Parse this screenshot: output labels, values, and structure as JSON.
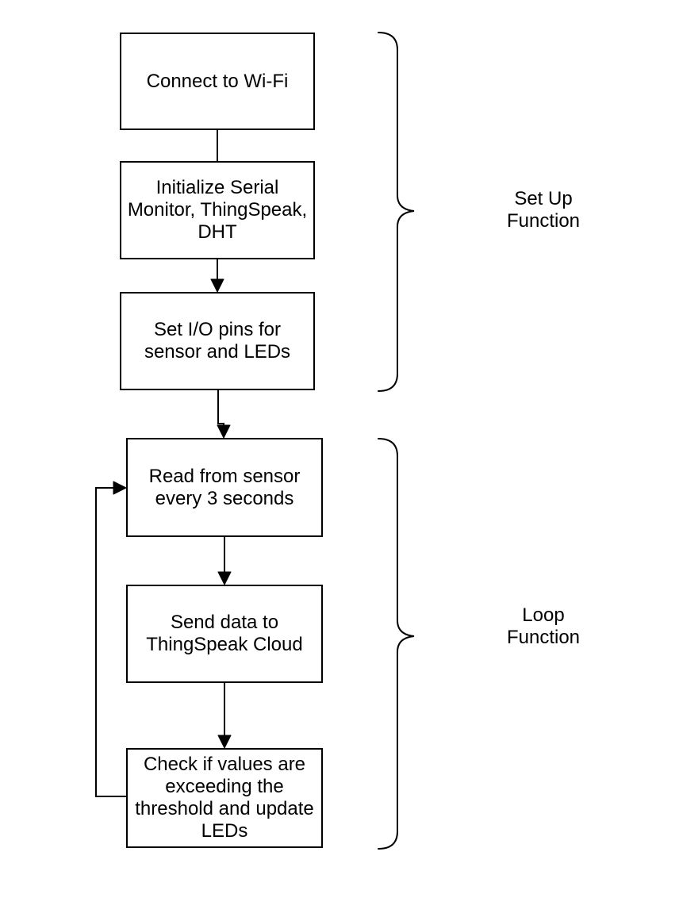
{
  "diagram_type": "flowchart",
  "canvas": {
    "background": "#ffffff",
    "stroke_color": "#000000",
    "text_color": "#000000"
  },
  "nodes": [
    {
      "id": "connect-wifi",
      "label": "Connect to Wi-Fi"
    },
    {
      "id": "initialize-peripherals",
      "label": "Initialize Serial\nMonitor, ThingSpeak,\nDHT"
    },
    {
      "id": "set-io-pins",
      "label": "Set I/O pins for\nsensor and LEDs"
    },
    {
      "id": "read-sensor",
      "label": "Read from sensor\nevery 3 seconds"
    },
    {
      "id": "send-data",
      "label": "Send data to\nThingSpeak Cloud"
    },
    {
      "id": "check-thresholds",
      "label": "Check if values are\nexceeding the\nthreshold and update\nLEDs"
    }
  ],
  "groups": [
    {
      "id": "setup-function",
      "label": "Set Up\nFunction",
      "spans_nodes": [
        "connect-wifi",
        "initialize-peripherals",
        "set-io-pins"
      ]
    },
    {
      "id": "loop-function",
      "label": "Loop\nFunction",
      "spans_nodes": [
        "read-sensor",
        "send-data",
        "check-thresholds"
      ]
    }
  ],
  "edges": [
    {
      "from": "connect-wifi",
      "to": "initialize-peripherals",
      "arrowhead": false,
      "type": "straight"
    },
    {
      "from": "initialize-peripherals",
      "to": "set-io-pins",
      "arrowhead": true,
      "type": "straight"
    },
    {
      "from": "set-io-pins",
      "to": "read-sensor",
      "arrowhead": true,
      "type": "straight"
    },
    {
      "from": "read-sensor",
      "to": "send-data",
      "arrowhead": true,
      "type": "straight"
    },
    {
      "from": "send-data",
      "to": "check-thresholds",
      "arrowhead": true,
      "type": "straight"
    },
    {
      "from": "check-thresholds",
      "to": "read-sensor",
      "arrowhead": true,
      "type": "loop-back"
    }
  ]
}
